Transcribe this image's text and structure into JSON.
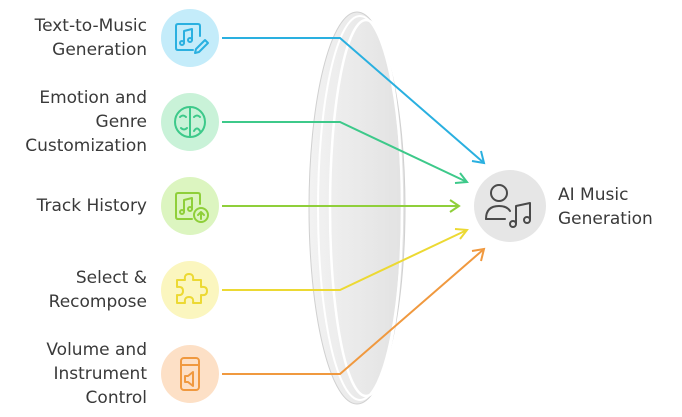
{
  "features": [
    {
      "label": "Text-to-Music\nGeneration",
      "icon": "music-file-edit-icon",
      "fill": "#c4ecfa",
      "stroke": "#2ab0e0"
    },
    {
      "label": "Emotion and\nGenre\nCustomization",
      "icon": "mood-face-icon",
      "fill": "#c9f2d8",
      "stroke": "#3dc98a"
    },
    {
      "label": "Track History",
      "icon": "music-file-upload-icon",
      "fill": "#dcf5c0",
      "stroke": "#8fcf3a"
    },
    {
      "label": "Select &\nRecompose",
      "icon": "puzzle-piece-icon",
      "fill": "#fbf6bf",
      "stroke": "#ecd933"
    },
    {
      "label": "Volume and\nInstrument\nControl",
      "icon": "volume-device-icon",
      "fill": "#fde0c6",
      "stroke": "#f0993f"
    }
  ],
  "hub": {
    "label": "AI Music\nGeneration",
    "icon": "person-music-icon",
    "fill": "#e6e6e6"
  }
}
